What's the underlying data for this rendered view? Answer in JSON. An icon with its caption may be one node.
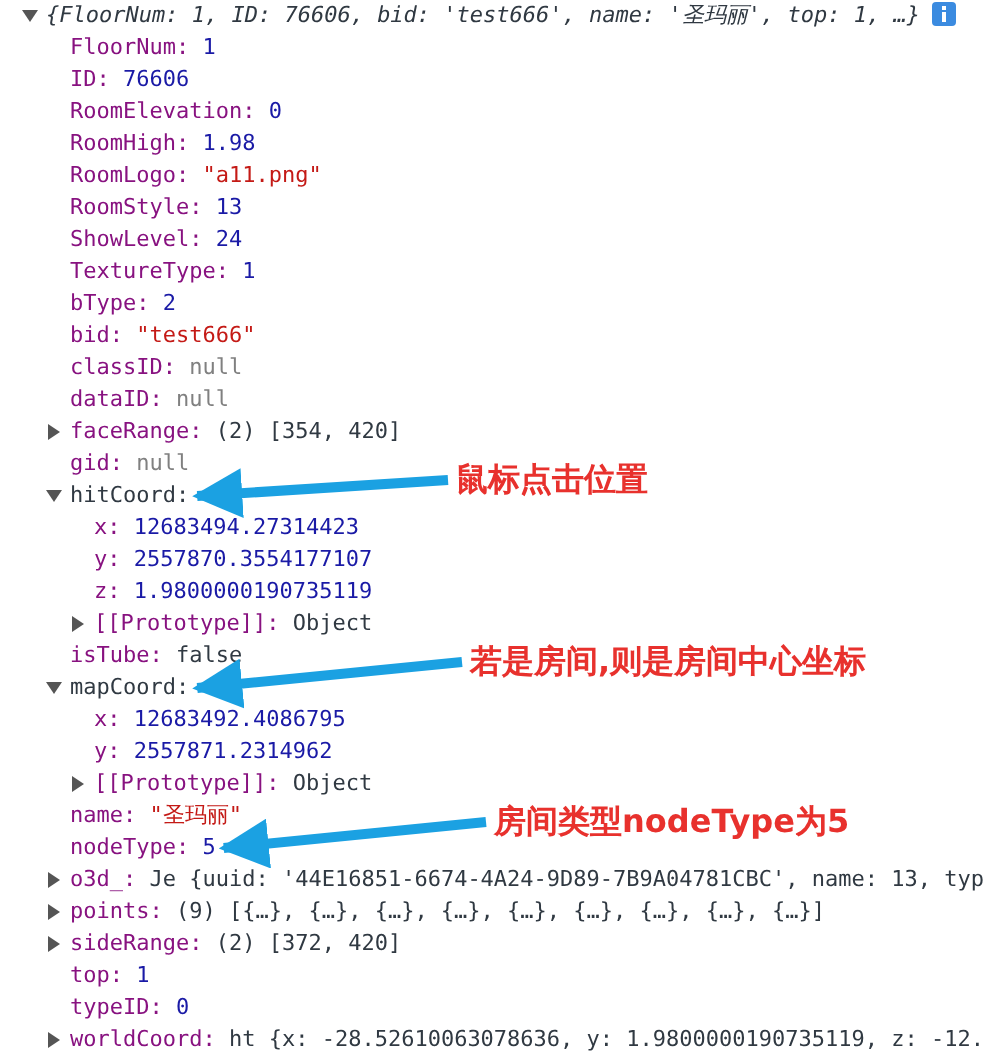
{
  "diagram": {
    "nodes": [
      {
        "text": [
          "hitCoord:"
        ]
      },
      {
        "text": [
          "鼠标点击位置"
        ]
      },
      {
        "text": [
          "mapCoord:"
        ]
      },
      {
        "text": [
          "若是房间,则是房间中心坐标"
        ]
      },
      {
        "text": [
          "nodeType: 5"
        ]
      },
      {
        "text": [
          "房间类型nodeType为5"
        ]
      }
    ],
    "edges": [
      {
        "from": 1,
        "to": 0,
        "arrow": "to"
      },
      {
        "from": 3,
        "to": 2,
        "arrow": "to"
      },
      {
        "from": 5,
        "to": 4,
        "arrow": "to"
      }
    ],
    "labels": [
      "{FloorNum: 1, ID: 76606, bid: 'test666', name: '圣玛丽', top: 1, …}",
      "FloorNum: 1",
      "ID: 76606",
      "RoomElevation: 0",
      "RoomHigh: 1.98",
      "RoomLogo: \"a11.png\"",
      "RoomStyle: 13",
      "ShowLevel: 24",
      "TextureType: 1",
      "bType: 2",
      "bid: \"test666\"",
      "classID: null",
      "dataID: null",
      "faceRange: (2) [354, 420]",
      "gid: null",
      "x: 12683494.27314423",
      "y: 2557870.3554177107",
      "z: 1.9800000190735119",
      "[[Prototype]]: Object",
      "isTube: false",
      "x: 12683492.4086795",
      "y: 2557871.2314962",
      "[[Prototype]]: Object",
      "name: \"圣玛丽\"",
      "o3d_: Je {uuid: '44E16851-6674-4A24-9D89-7B9A04781CBC', name: 13, typ",
      "points: (9) [{…}, {…}, {…}, {…}, {…}, {…}, {…}, {…}, {…}]",
      "sideRange: (2) [372, 420]",
      "top: 1",
      "typeID: 0",
      "worldCoord: ht {x: -28.52610063078636, y: 1.9800000190735119, z: -12."
    ]
  }
}
